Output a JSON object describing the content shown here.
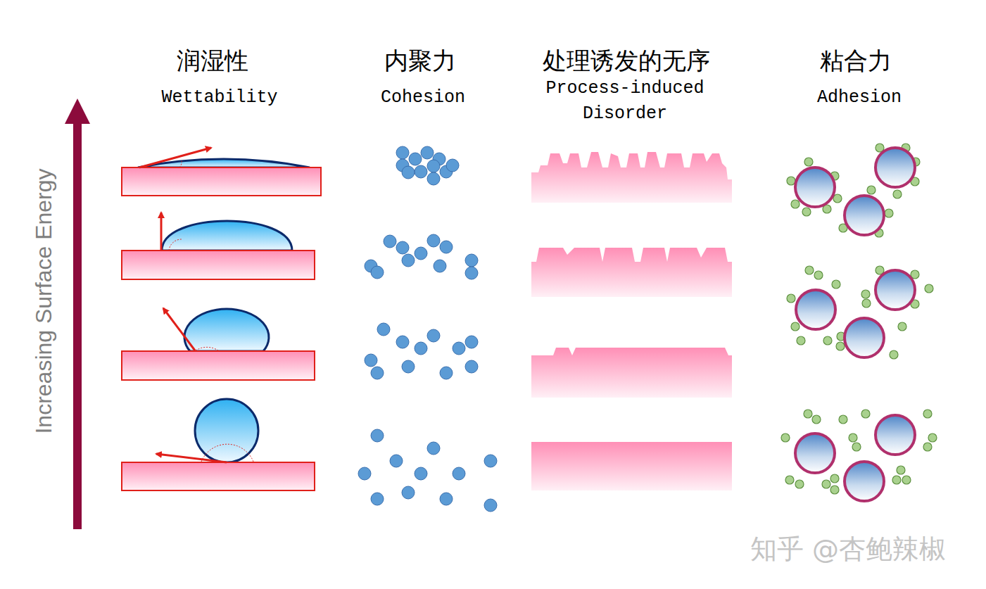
{
  "diagram": {
    "labels": [
      "润湿性",
      "Wettability",
      "内聚力",
      "Cohesion",
      "处理诱发的无序",
      "Process-induced Disorder",
      "粘合力",
      "Adhesion",
      "Increasing Surface Energy",
      "知乎 @杏鲍辣椒"
    ]
  }
}
